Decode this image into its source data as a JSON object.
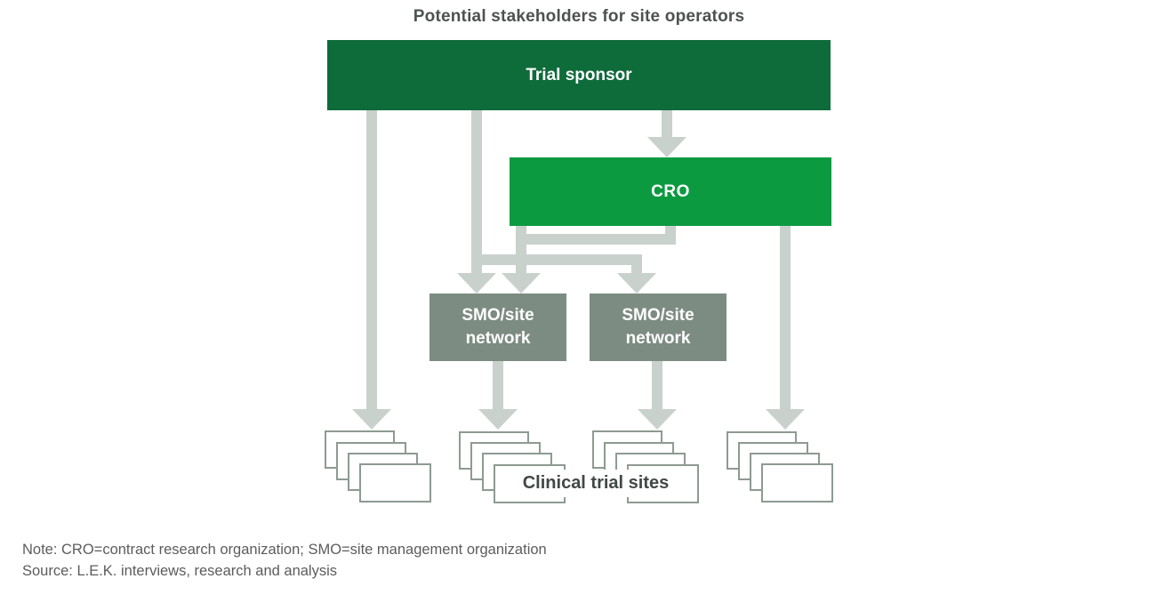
{
  "title": "Potential stakeholders for site operators",
  "nodes": {
    "trial_sponsor": {
      "label": "Trial sponsor"
    },
    "cro": {
      "label": "CRO"
    },
    "smo_network_1": {
      "label": "SMO/site network"
    },
    "smo_network_2": {
      "label": "SMO/site network"
    },
    "clinical_trial_sites": {
      "label": "Clinical trial sites"
    }
  },
  "colors": {
    "sponsor_green": "#0e6b3a",
    "cro_green": "#0c9a41",
    "smo_gray_green": "#7d8c82",
    "connector_gray": "#c9d1cc",
    "card_border": "#8d9b91",
    "title_text": "#4d5250",
    "note_text": "#5c5c5c"
  },
  "footer": {
    "note": "Note: CRO=contract research organization; SMO=site management organization",
    "source": "Source: L.E.K. interviews, research and analysis"
  }
}
